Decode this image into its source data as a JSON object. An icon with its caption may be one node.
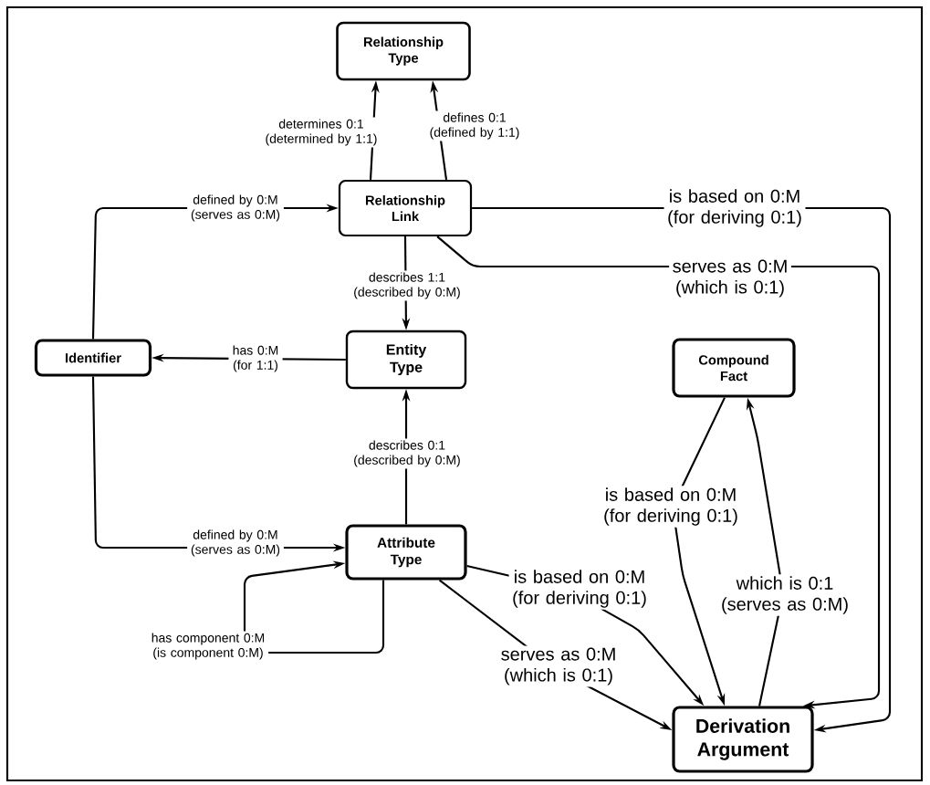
{
  "diagram": {
    "nodes": [
      {
        "text": [
          "Relationship Type"
        ]
      },
      {
        "text": [
          "Relationship Link"
        ]
      },
      {
        "text": [
          "Identifier"
        ]
      },
      {
        "text": [
          "Entity Type"
        ]
      },
      {
        "text": [
          "Compound Fact"
        ]
      },
      {
        "text": [
          "Attribute Type"
        ]
      },
      {
        "text": [
          "Derivation Argument"
        ]
      }
    ],
    "edges": [
      {
        "from": 1,
        "to": 0,
        "arrow": "to",
        "label": "determines 0:1 (determined by 1:1)"
      },
      {
        "from": 1,
        "to": 0,
        "arrow": "to",
        "label": "defines 0:1 (defined by 1:1)"
      },
      {
        "from": 2,
        "to": 1,
        "arrow": "to",
        "label": "defined by 0:M (serves as 0:M)"
      },
      {
        "from": 1,
        "to": 6,
        "arrow": "to",
        "label": "is based on 0:M (for deriving 0:1)"
      },
      {
        "from": 1,
        "to": 6,
        "arrow": "to",
        "label": "serves as 0:M (which is 0:1)"
      },
      {
        "from": 1,
        "to": 3,
        "arrow": "to",
        "label": "describes 1:1 (described by 0:M)"
      },
      {
        "from": 3,
        "to": 2,
        "arrow": "to",
        "label": "has 0:M (for 1:1)"
      },
      {
        "from": 5,
        "to": 3,
        "arrow": "to",
        "label": "describes 0:1 (described by 0:M)"
      },
      {
        "from": 2,
        "to": 5,
        "arrow": "to",
        "label": "defined by 0:M (serves as 0:M)"
      },
      {
        "from": 5,
        "to": 5,
        "arrow": "to",
        "label": "has component 0:M (is component 0:M)"
      },
      {
        "from": 5,
        "to": 6,
        "arrow": "to",
        "label": "is based on 0:M (for deriving 0:1)"
      },
      {
        "from": 5,
        "to": 6,
        "arrow": "to",
        "label": "serves as 0:M (which is 0:1)"
      },
      {
        "from": 4,
        "to": 6,
        "arrow": "to",
        "label": "is based on 0:M (for deriving 0:1)"
      },
      {
        "from": 6,
        "to": 4,
        "arrow": "to",
        "label": "which is 0:1 (serves as 0:M)"
      }
    ]
  }
}
